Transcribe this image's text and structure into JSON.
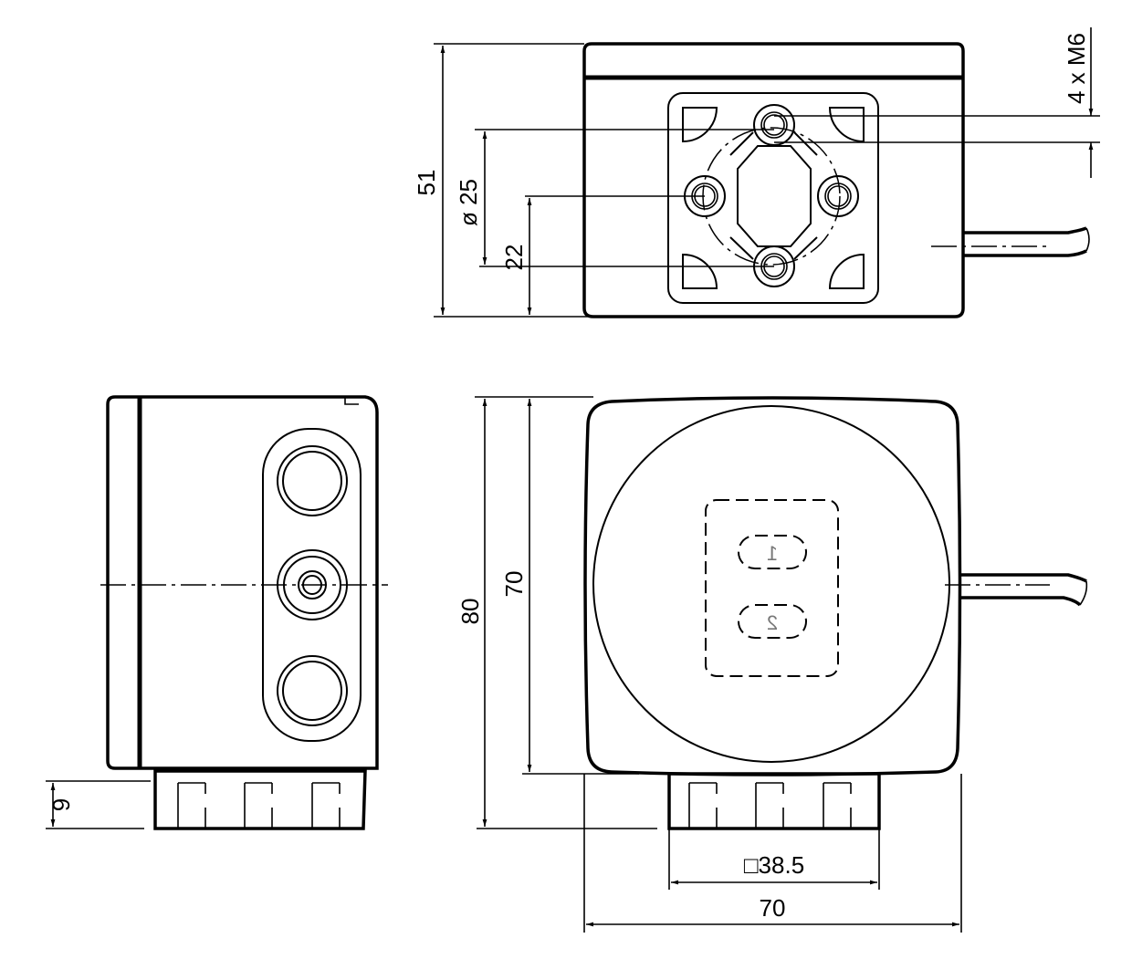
{
  "drawing": {
    "top_view": {
      "dim_height": "51",
      "dim_bolt_circle": "ø 25",
      "dim_hole_spacing": "22",
      "dim_thread": "4 x M6"
    },
    "side_view": {
      "dim_base_height": "9"
    },
    "front_view": {
      "dim_total_height": "80",
      "dim_body_height": "70",
      "dim_base_square": "□38.5",
      "dim_width": "70",
      "led_labels": [
        "1",
        "2"
      ]
    },
    "colors": {
      "line": "#000000",
      "led_label": "#777777"
    }
  }
}
